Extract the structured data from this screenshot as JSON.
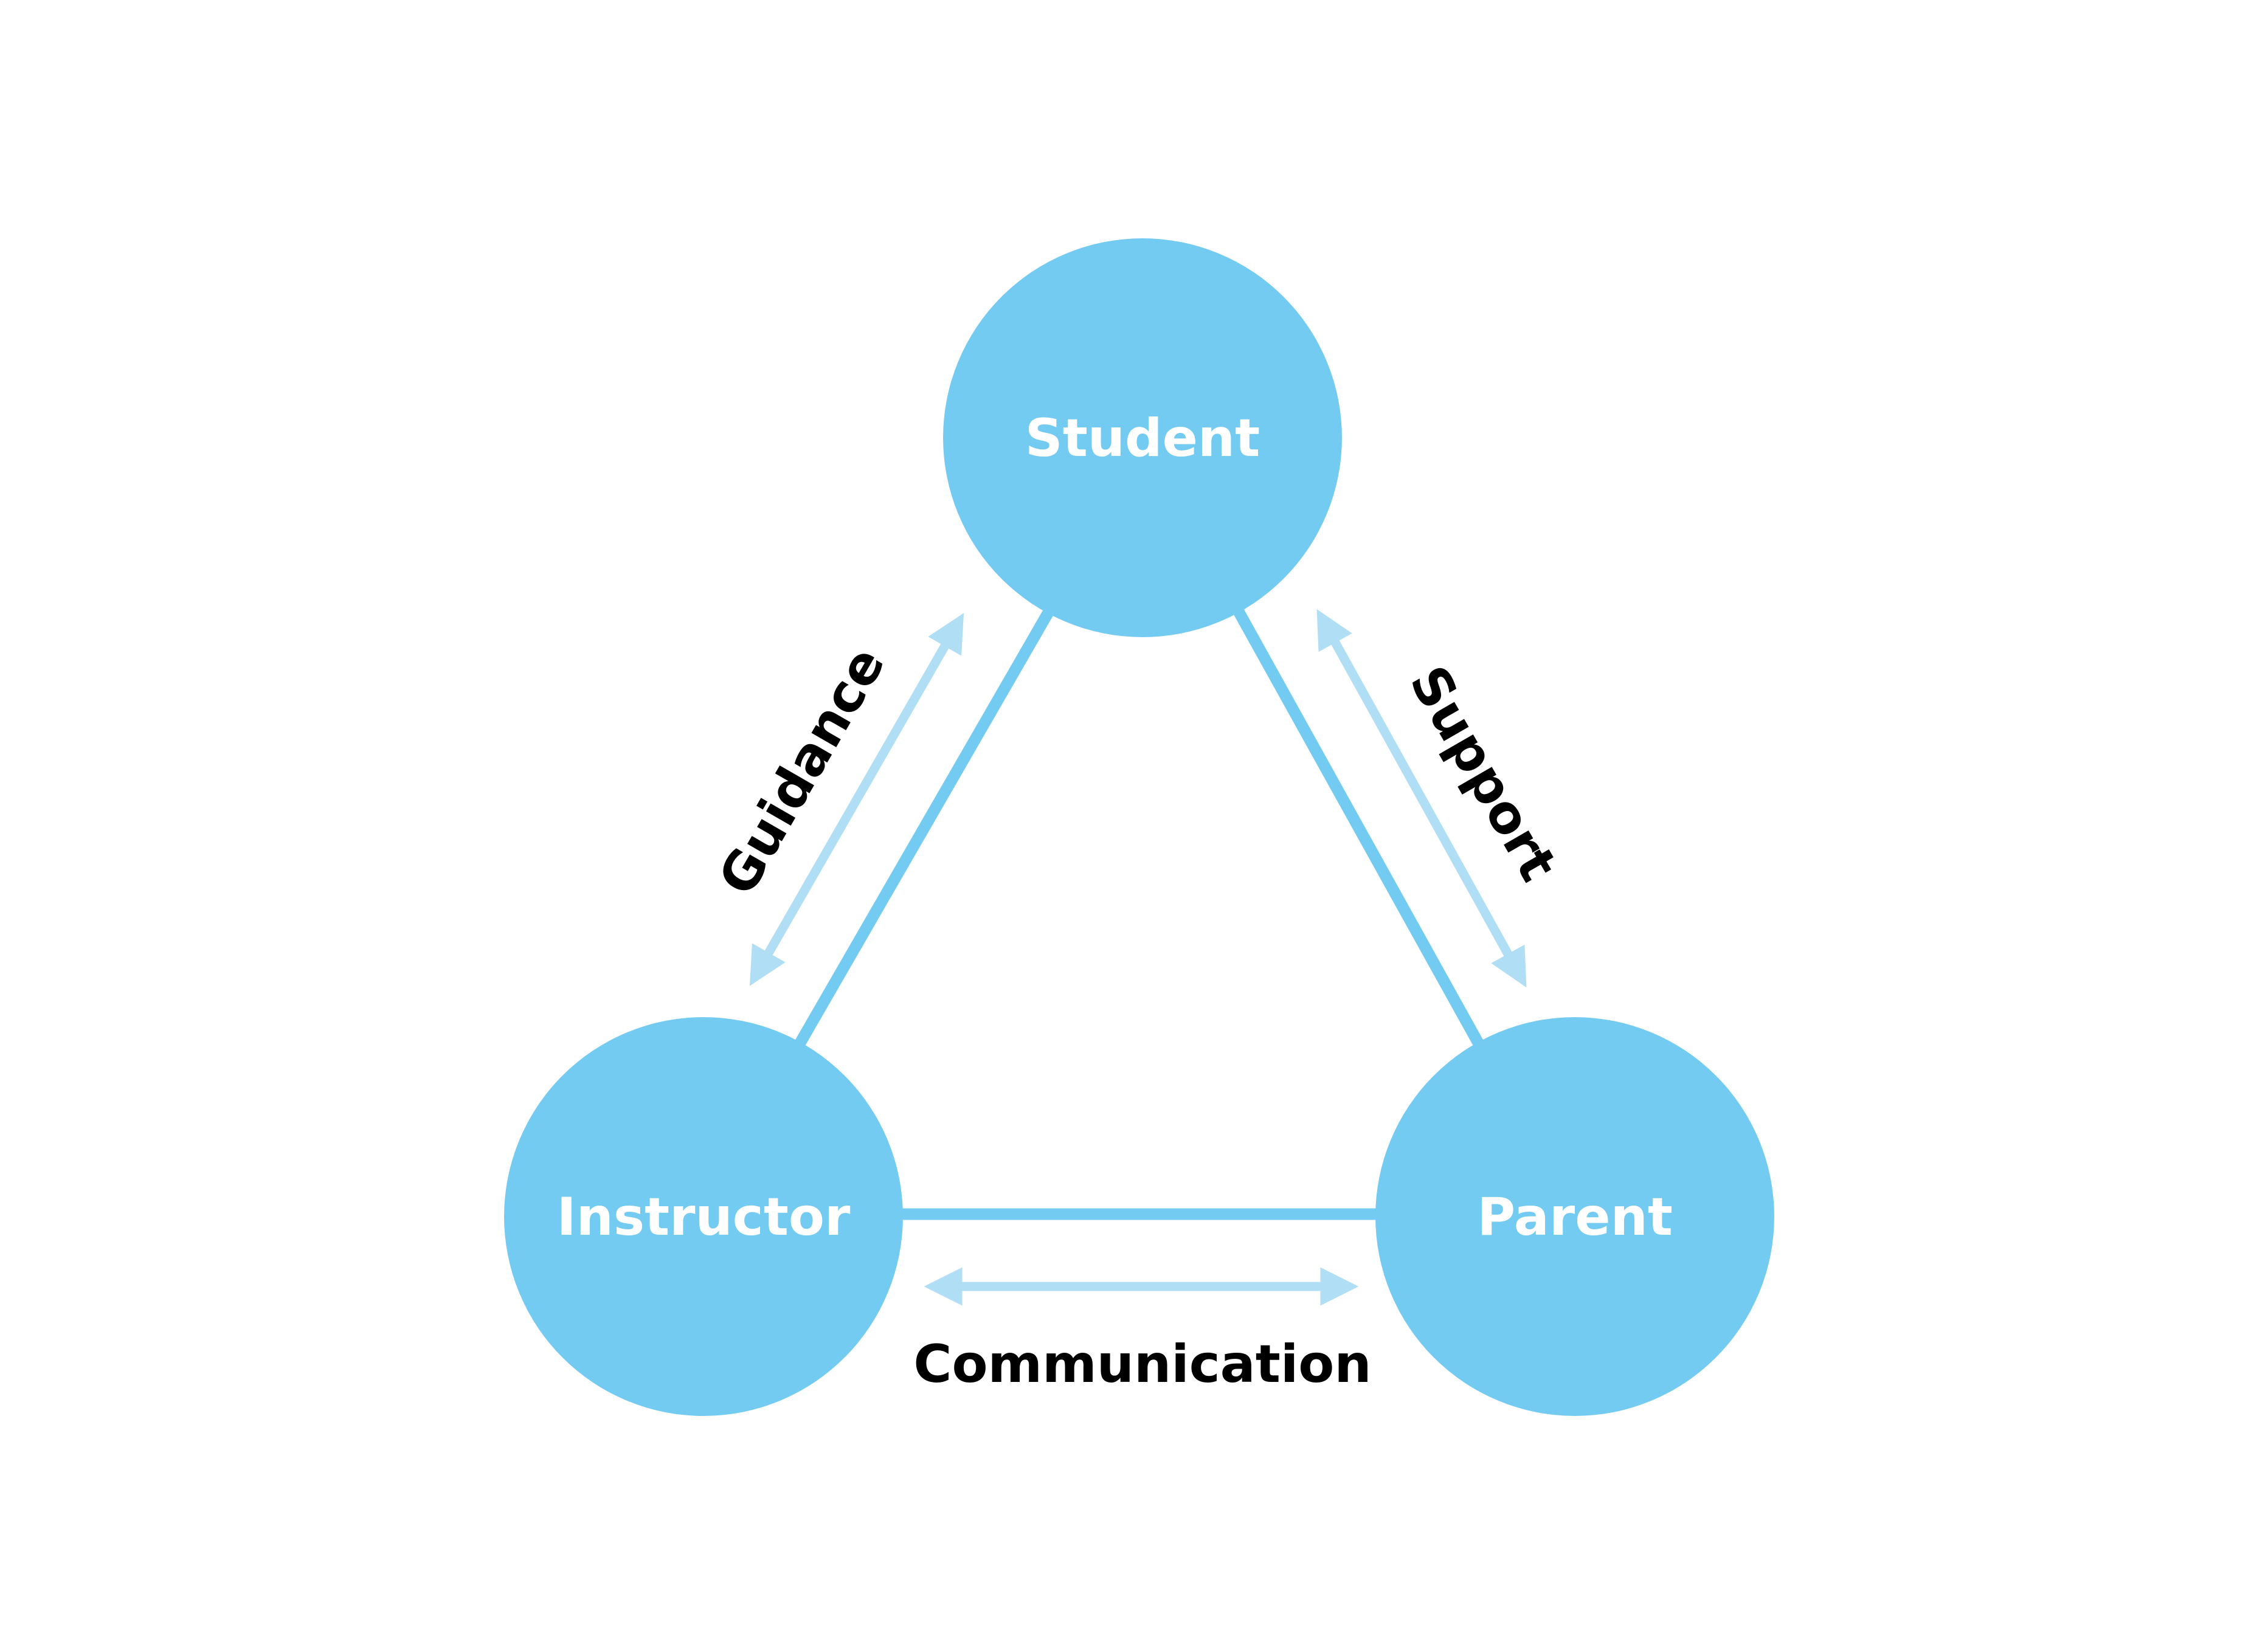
{
  "colors": {
    "node": "#74cbf2",
    "connector": "#74cbf2",
    "arrow": "#b0def4",
    "label": "#000000"
  },
  "nodes": {
    "student": "Student",
    "instructor": "Instructor",
    "parent": "Parent"
  },
  "relationships": {
    "guidance": "Guidance",
    "support": "Support",
    "communication": "Communication"
  }
}
